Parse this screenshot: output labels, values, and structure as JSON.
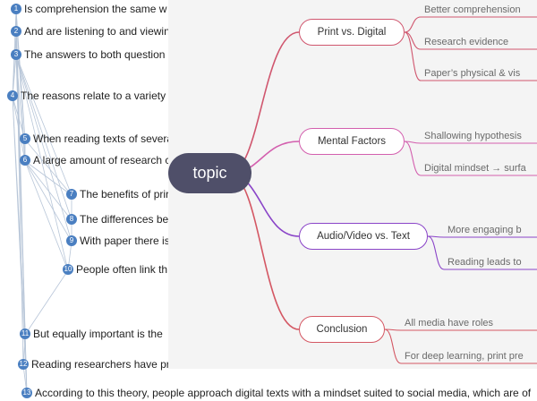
{
  "sentences": [
    {
      "number": "1",
      "text": "Is comprehension the same w"
    },
    {
      "number": "2",
      "text": "And are listening to and viewin"
    },
    {
      "number": "3",
      "text": "The answers to both question"
    },
    {
      "number": "4",
      "text": "The reasons relate to a variety"
    },
    {
      "number": "5",
      "text": "When reading texts of severa"
    },
    {
      "number": "6",
      "text": "A large amount of research c"
    },
    {
      "number": "7",
      "text": "The benefits of prir"
    },
    {
      "number": "8",
      "text": "The differences be"
    },
    {
      "number": "9",
      "text": "With paper there is"
    },
    {
      "number": "10",
      "text": "People often link th"
    },
    {
      "number": "11",
      "text": "But equally important is the"
    },
    {
      "number": "12",
      "text": "Reading researchers have pr"
    },
    {
      "number": "13",
      "text": "According to this theory, people approach digital texts with a mindset suited to social media, which are of"
    }
  ],
  "mindmap": {
    "topic": "topic",
    "branches": [
      {
        "label": "Print vs. Digital",
        "color": "#d0566e",
        "leaves": [
          "Better comprehension",
          "Research evidence",
          "Paper’s physical & vis"
        ]
      },
      {
        "label": "Mental Factors",
        "color": "#d35fae",
        "leaves": [
          "Shallowing hypothesis",
          "Digital mindset → surfa"
        ]
      },
      {
        "label": "Audio/Video vs. Text",
        "color": "#8a44c8",
        "leaves": [
          "More engaging b",
          "Reading leads to"
        ]
      },
      {
        "label": "Conclusion",
        "color": "#d45763",
        "leaves": [
          "All media have roles",
          "For deep learning, print pre"
        ]
      }
    ]
  },
  "colors": {
    "bullet": "#4a7fc1",
    "topic_fill": "#4f4f69",
    "panel_bg": "#f4f4f4"
  }
}
